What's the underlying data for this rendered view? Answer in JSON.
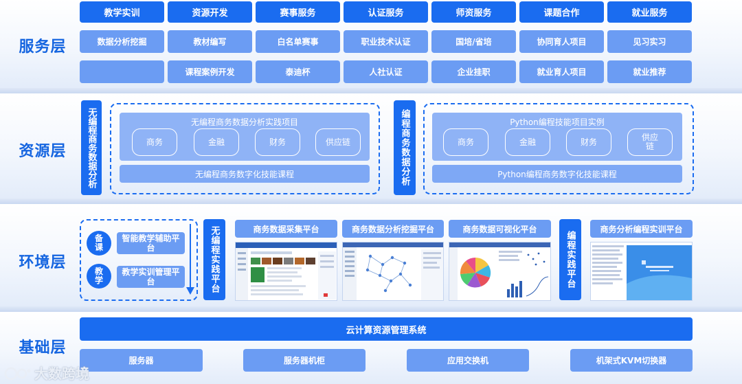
{
  "layers": {
    "service": "服务层",
    "resource": "资源层",
    "environment": "环境层",
    "foundation": "基础层"
  },
  "service": {
    "headers": [
      "教学实训",
      "资源开发",
      "赛事服务",
      "认证服务",
      "师资服务",
      "课题合作",
      "就业服务"
    ],
    "row2": [
      "数据分析挖掘",
      "教材编写",
      "白名单赛事",
      "职业技术认证",
      "国培/省培",
      "协同育人项目",
      "见习实习"
    ],
    "row3": [
      "",
      "课程案例开发",
      "泰迪杯",
      "人社认证",
      "企业挂职",
      "就业育人项目",
      "就业推荐"
    ]
  },
  "resource": {
    "left": {
      "vertical_label": "无编程商务数据分析",
      "panel_title": "无编程商务数据分析实践项目",
      "items": [
        "商务",
        "金融",
        "财务",
        "供应链"
      ],
      "course": "无编程商务数字化技能课程"
    },
    "right": {
      "vertical_label": "编程商务数据分析",
      "panel_title": "Python编程技能项目实例",
      "items": [
        "商务",
        "金融",
        "财务",
        "供应\n链"
      ],
      "course": "Python编程商务数字化技能课程"
    }
  },
  "environment": {
    "steps": [
      {
        "circle": "备课",
        "label": "智能教学辅助平台"
      },
      {
        "circle": "教学",
        "label": "教学实训管理平台"
      }
    ],
    "left_vertical": "无编程实践平台",
    "platforms": [
      "商务数据采集平台",
      "商务数据分析挖掘平台",
      "商务数据可视化平台"
    ],
    "right_vertical": "编程实践平台",
    "right_platform": "商务分析编程实训平台"
  },
  "foundation": {
    "main": "云计算资源管理系统",
    "items": [
      "服务器",
      "服务器机柜",
      "应用交换机",
      "机架式KVM切换器"
    ]
  },
  "watermark": "大数跨境",
  "colors": {
    "primary": "#1a6cf0",
    "light": "#6b9cf3",
    "panel": "#8fb3f6",
    "label": "#1565e0"
  }
}
